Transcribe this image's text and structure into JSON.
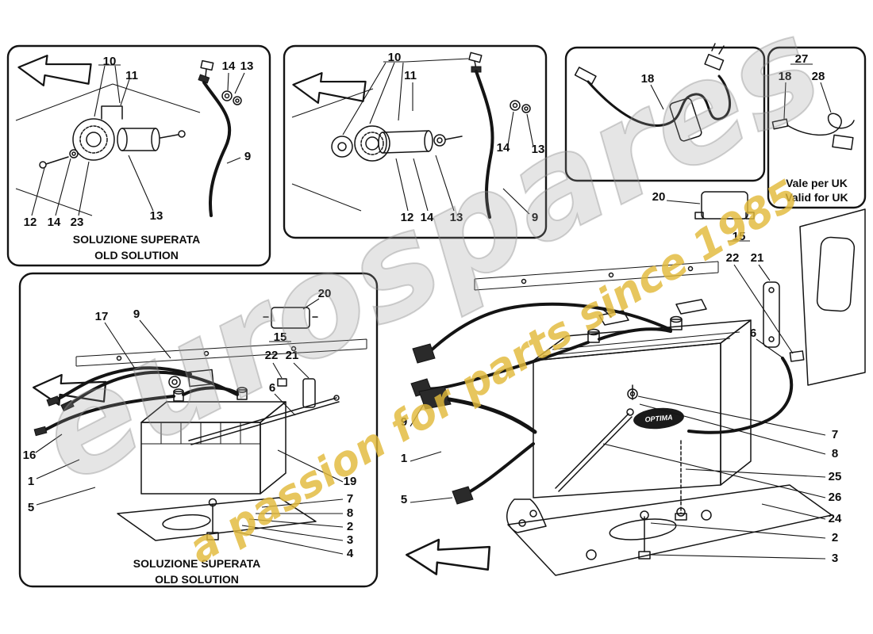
{
  "watermark": {
    "brand": "eurospares",
    "tagline": "a passion for parts since 1985"
  },
  "battery_label": "OPTIMA",
  "panels": [
    {
      "name": "old-solution-terminal-grommet",
      "caption": [
        "SOLUZIONE SUPERATA",
        "OLD SOLUTION"
      ],
      "callouts": [
        "10",
        "11",
        "14",
        "13",
        "9",
        "12",
        "14",
        "23",
        "13"
      ]
    },
    {
      "name": "terminal-grommet-assembly",
      "callouts": [
        "10",
        "11",
        "14",
        "13",
        "12",
        "14",
        "13",
        "9"
      ]
    },
    {
      "name": "interior-power-cable",
      "callouts": [
        "18"
      ]
    },
    {
      "name": "uk-power-cable",
      "caption": [
        "Vale per UK",
        "Valid for UK"
      ],
      "callouts": [
        "27",
        "18",
        "28"
      ]
    },
    {
      "name": "old-solution-battery",
      "caption": [
        "SOLUZIONE SUPERATA",
        "OLD SOLUTION"
      ],
      "callouts": [
        "17",
        "9",
        "20",
        "15",
        "22",
        "21",
        "6",
        "16",
        "1",
        "5",
        "19",
        "7",
        "8",
        "2",
        "3",
        "4"
      ]
    },
    {
      "name": "battery-installation",
      "callouts": [
        "20",
        "15",
        "22",
        "21",
        "6",
        "9",
        "1",
        "5",
        "7",
        "8",
        "25",
        "26",
        "24",
        "2",
        "3"
      ]
    }
  ]
}
